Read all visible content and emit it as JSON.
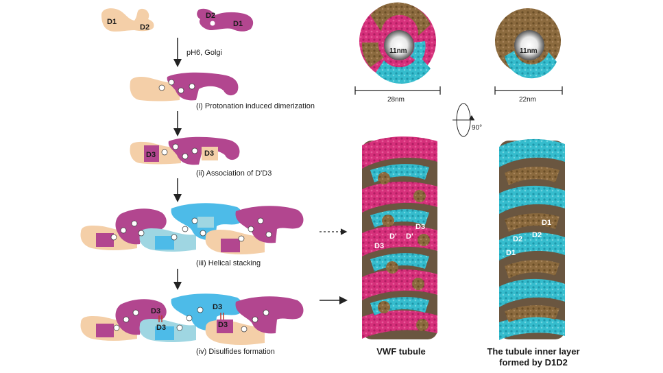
{
  "colors": {
    "peach": "#f4cfa8",
    "magenta": "#b2468f",
    "blue": "#4dbbe8",
    "lightblue": "#9fd6e2",
    "hotpink": "#d6307b",
    "cyan": "#35bccd",
    "brown": "#8b6a3e",
    "arrow": "#222222"
  },
  "monomers": {
    "left": {
      "d1": "D1",
      "d2": "D2"
    },
    "right": {
      "d2": "D2",
      "d1": "D1"
    }
  },
  "condition": "pH6, Golgi",
  "steps": [
    "(i) Protonation induced dimerization",
    "(ii) Association of D'D3",
    "(iii) Helical stacking",
    "(iv) Disulfides formation"
  ],
  "step2_labels": {
    "left": "D3",
    "right": "D3"
  },
  "step4_labels": {
    "a": "D3",
    "b": "D3",
    "c": "D3",
    "d": "D3"
  },
  "cross_sections": {
    "left": {
      "inner": "11nm",
      "outer": "28nm"
    },
    "right": {
      "inner": "11nm",
      "outer": "22nm"
    }
  },
  "rotation": "90°",
  "tubule_labels": {
    "vwf": [
      "D3",
      "D'",
      "D'",
      "D3"
    ],
    "inner": [
      "D1",
      "D2",
      "D2",
      "D1"
    ]
  },
  "captions": {
    "vwf": "VWF tubule",
    "inner_line1": "The tubule inner layer",
    "inner_line2": "formed by D1D2"
  }
}
